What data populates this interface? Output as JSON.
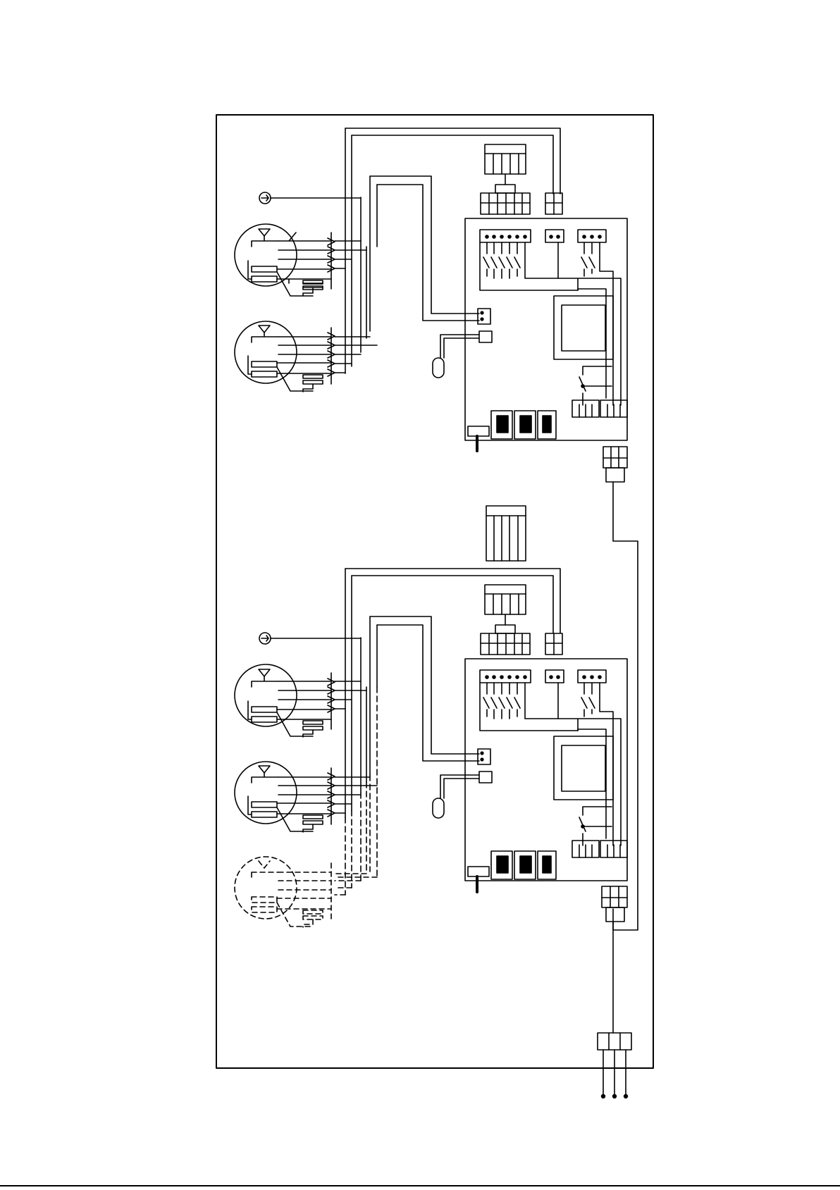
{
  "diagram": {
    "type": "wiring-schematic",
    "line_color": "#000000",
    "background": "#ffffff",
    "units": [
      {
        "name": "upper-unit",
        "motors": 2,
        "dashed_optional_motor": false
      },
      {
        "name": "lower-unit",
        "motors": 2,
        "dashed_optional_motor": true
      }
    ],
    "supply_terminals": 3,
    "icons": {
      "ground": "ground-symbol-icon",
      "motor": "motor-circle-icon",
      "sensor": "temperature-probe-icon",
      "board": "control-board-icon"
    }
  }
}
